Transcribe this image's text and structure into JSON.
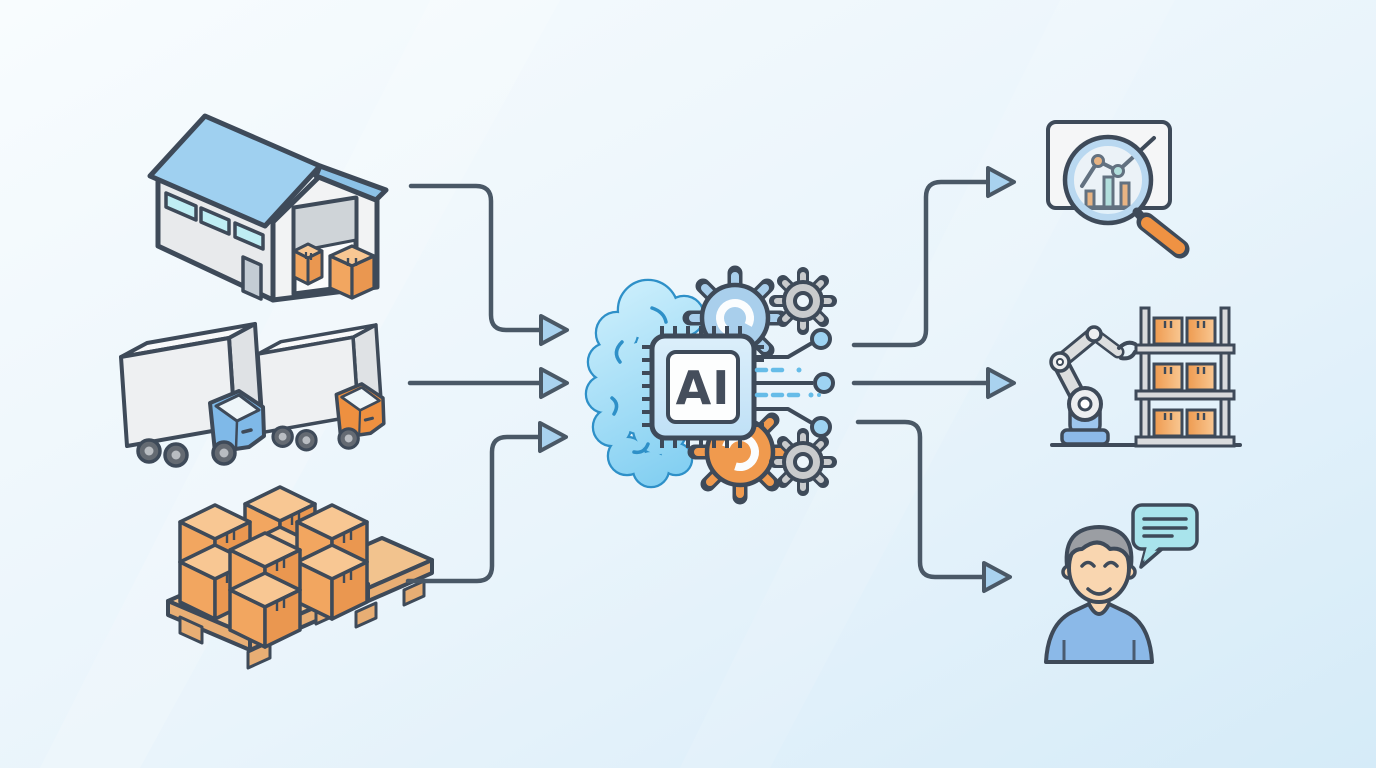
{
  "scene": {
    "description": "Flat-style illustration: supply-chain inputs (warehouse, delivery trucks, palletized boxes) flow via arrows into an AI processor brain with gears, which outputs analytics, automated robotic warehousing, and customer communication.",
    "ai_chip_label": "AI"
  },
  "inputs": [
    {
      "icon": "warehouse-icon"
    },
    {
      "icon": "delivery-trucks-icon"
    },
    {
      "icon": "pallet-boxes-icon"
    }
  ],
  "outputs": [
    {
      "icon": "magnifier-analytics-icon"
    },
    {
      "icon": "robot-arm-shelf-icon"
    },
    {
      "icon": "person-chat-icon"
    }
  ],
  "arrows": {
    "into_ai": 3,
    "out_of_ai": 3
  },
  "palette": {
    "background_top": "#f8fcfe",
    "background_bottom": "#d6ecf8",
    "outline": "#3e4a59",
    "arrow_line": "#4a5866",
    "arrowhead_fill": "#a9d2ef",
    "roof_blue": "#9fd0f0",
    "window_teal": "#bfeef4",
    "wall_gray": "#e8eaec",
    "box_orange": "#f2a660",
    "truck_cab_blue": "#7fb9e8",
    "truck_cab_orange": "#ee9040",
    "brain_blue": "#a5dff7",
    "brain_stroke": "#2e90c8",
    "gear_blue": "#a9cfec",
    "gear_gray": "#c9cbcd",
    "gear_orange": "#f09a4e",
    "circuit_node_blue": "#9ed3f2",
    "dash_blue": "#66bce8",
    "lens_ring_blue": "#b9d8f0",
    "handle_orange": "#ef9243",
    "bar_teal": "#a9dcd4",
    "robot_base_blue": "#8cb9e8",
    "skin": "#f9d6b0",
    "hair_gray": "#9b9ea3",
    "shirt_blue": "#8bb9e8",
    "chat_bubble_teal": "#a9e4ec"
  }
}
